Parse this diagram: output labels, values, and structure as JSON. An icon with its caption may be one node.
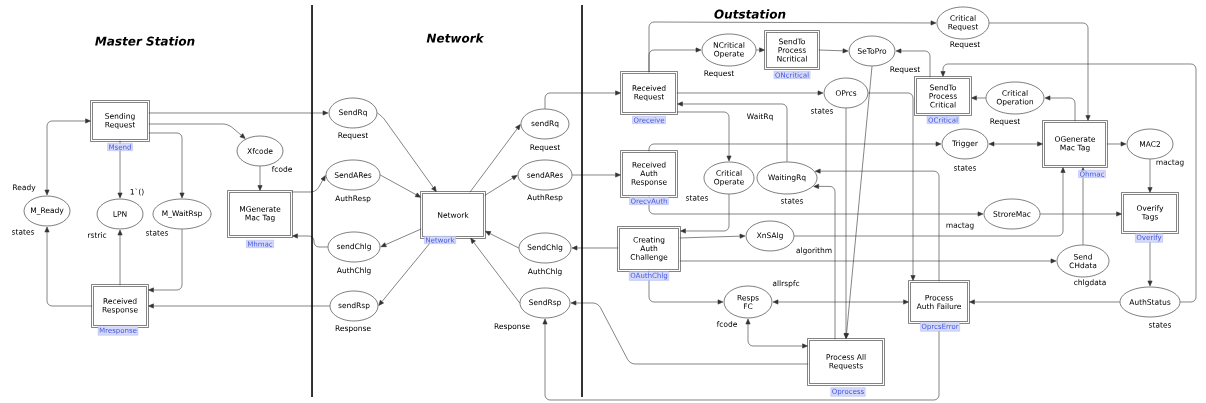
{
  "diagram": {
    "nodes": [
      {
        "text": [
          "Sending Request"
        ],
        "beside": [
          "Msend"
        ]
      },
      {
        "text": [
          "M_Ready"
        ],
        "beside": [
          "Ready",
          "states"
        ]
      },
      {
        "text": [
          "LPN"
        ],
        "beside": [
          "1`()",
          "rstric"
        ]
      },
      {
        "text": [
          "M_WaitRsp"
        ],
        "beside": [
          "states"
        ]
      },
      {
        "text": [
          "Xfcode"
        ],
        "beside": [
          "fcode"
        ]
      },
      {
        "text": [
          "MGenerate Mac Tag"
        ],
        "beside": [
          "Mhmac"
        ]
      },
      {
        "text": [
          "Received Response"
        ],
        "beside": [
          "Mresponse"
        ]
      },
      {
        "text": [
          "SendRq"
        ],
        "beside": [
          "Request"
        ]
      },
      {
        "text": [
          "SendARes"
        ],
        "beside": [
          "AuthResp"
        ]
      },
      {
        "text": [
          "sendChlg"
        ],
        "beside": [
          "AuthChlg"
        ]
      },
      {
        "text": [
          "sendRsp"
        ],
        "beside": [
          "Response"
        ]
      },
      {
        "text": [
          "Network"
        ],
        "beside": [
          "Network"
        ]
      },
      {
        "text": [
          "sendRq"
        ],
        "beside": [
          "Request"
        ]
      },
      {
        "text": [
          "sendARes"
        ],
        "beside": [
          "AuthResp"
        ]
      },
      {
        "text": [
          "SendChlg"
        ],
        "beside": [
          "AuthChlg"
        ]
      },
      {
        "text": [
          "SendRsp"
        ],
        "beside": [
          "Response"
        ]
      },
      {
        "text": [
          "Received Request"
        ],
        "beside": [
          "Oreceive"
        ]
      },
      {
        "text": [
          "NCritical Operate"
        ],
        "beside": [
          "Request"
        ]
      },
      {
        "text": [
          "SendTo Process Ncritical"
        ],
        "beside": [
          "ONcritical"
        ]
      },
      {
        "text": [
          "SeToPro"
        ],
        "beside": [
          "Request"
        ]
      },
      {
        "text": [
          "OPrcs"
        ],
        "beside": [
          "states"
        ]
      },
      {
        "text": [
          "Critical Request"
        ],
        "beside": [
          "Request"
        ]
      },
      {
        "text": [
          "SendTo Process Critical"
        ],
        "beside": [
          "OCritical"
        ]
      },
      {
        "text": [
          "Critical Operation"
        ],
        "beside": [
          "Request"
        ]
      },
      {
        "text": [
          "OGenerate Mac Tag"
        ],
        "beside": [
          "Ohmac"
        ]
      },
      {
        "text": [
          "MAC2"
        ],
        "beside": [
          "mactag"
        ]
      },
      {
        "text": [
          "Received Auth Response"
        ],
        "beside": [
          "OrecvAuth"
        ]
      },
      {
        "text": [
          "Critical Operate"
        ],
        "beside": [
          "states"
        ]
      },
      {
        "text": [
          "WaitingRq"
        ],
        "beside": [
          "states"
        ]
      },
      {
        "text": [
          "Trigger"
        ],
        "beside": [
          "states"
        ]
      },
      {
        "text": [
          "StroreMac"
        ],
        "beside": [
          "mactag"
        ]
      },
      {
        "text": [
          "Overify Tags"
        ],
        "beside": [
          "Overify"
        ]
      },
      {
        "text": [
          "Creating Auth Challenge"
        ],
        "beside": [
          "OAuthChlg"
        ]
      },
      {
        "text": [
          "XnSAlg"
        ],
        "beside": [
          "algorithm"
        ]
      },
      {
        "text": [
          "Send CHdata"
        ],
        "beside": [
          "chlgdata"
        ]
      },
      {
        "text": [
          "Resps FC"
        ],
        "beside": [
          "allrspfc",
          "fcode"
        ]
      },
      {
        "text": [
          "Process Auth Failure"
        ],
        "beside": [
          "OprcsError"
        ]
      },
      {
        "text": [
          "AuthStatus"
        ],
        "beside": [
          "states"
        ]
      },
      {
        "text": [
          "Process All Requests"
        ],
        "beside": [
          "Oprocess"
        ]
      }
    ],
    "edges": [
      {
        "from": 1,
        "to": 0,
        "arrow": "both"
      },
      {
        "from": 0,
        "to": 2,
        "arrow": "to"
      },
      {
        "from": 0,
        "to": 3,
        "arrow": "to"
      },
      {
        "from": 0,
        "to": 4,
        "arrow": "to"
      },
      {
        "from": 0,
        "to": 7,
        "arrow": "to"
      },
      {
        "from": 4,
        "to": 5,
        "arrow": "to"
      },
      {
        "from": 5,
        "to": 8,
        "arrow": "to"
      },
      {
        "from": 9,
        "to": 5,
        "arrow": "to"
      },
      {
        "from": 10,
        "to": 6,
        "arrow": "to"
      },
      {
        "from": 3,
        "to": 6,
        "arrow": "to"
      },
      {
        "from": 6,
        "to": 2,
        "arrow": "to"
      },
      {
        "from": 6,
        "to": 1,
        "arrow": "to"
      },
      {
        "from": 7,
        "to": 11,
        "arrow": "to"
      },
      {
        "from": 8,
        "to": 11,
        "arrow": "to"
      },
      {
        "from": 11,
        "to": 9,
        "arrow": "to"
      },
      {
        "from": 11,
        "to": 10,
        "arrow": "to"
      },
      {
        "from": 11,
        "to": 12,
        "arrow": "to"
      },
      {
        "from": 11,
        "to": 13,
        "arrow": "to"
      },
      {
        "from": 14,
        "to": 11,
        "arrow": "to"
      },
      {
        "from": 15,
        "to": 11,
        "arrow": "to"
      },
      {
        "from": 12,
        "to": 16,
        "arrow": "to"
      },
      {
        "from": 13,
        "to": 26,
        "arrow": "to"
      },
      {
        "from": 32,
        "to": 14,
        "arrow": "to"
      },
      {
        "from": 38,
        "to": 15,
        "arrow": "to"
      },
      {
        "from": 36,
        "to": 15,
        "arrow": "to"
      },
      {
        "from": 16,
        "to": 17,
        "arrow": "to"
      },
      {
        "from": 17,
        "to": 18,
        "arrow": "to"
      },
      {
        "from": 18,
        "to": 19,
        "arrow": "to"
      },
      {
        "from": 16,
        "to": 21,
        "arrow": "to"
      },
      {
        "from": 16,
        "to": 20,
        "arrow": "to"
      },
      {
        "from": 16,
        "to": 27,
        "arrow": "to"
      },
      {
        "from": 28,
        "to": 16,
        "arrow": "to",
        "label": "WaitRq"
      },
      {
        "from": 21,
        "to": 24,
        "arrow": "to"
      },
      {
        "from": 24,
        "to": 23,
        "arrow": "to"
      },
      {
        "from": 23,
        "to": 22,
        "arrow": "to"
      },
      {
        "from": 22,
        "to": 19,
        "arrow": "to"
      },
      {
        "from": 37,
        "to": 22,
        "arrow": "to"
      },
      {
        "from": 29,
        "to": 24,
        "arrow": "both"
      },
      {
        "from": 26,
        "to": 29,
        "arrow": "to"
      },
      {
        "from": 24,
        "to": 25,
        "arrow": "to"
      },
      {
        "from": 25,
        "to": 31,
        "arrow": "to"
      },
      {
        "from": 31,
        "to": 37,
        "arrow": "to"
      },
      {
        "from": 37,
        "to": 36,
        "arrow": "to"
      },
      {
        "from": 30,
        "to": 31,
        "arrow": "to"
      },
      {
        "from": 26,
        "to": 30,
        "arrow": "to"
      },
      {
        "from": 34,
        "to": 24,
        "arrow": "to"
      },
      {
        "from": 33,
        "to": 24,
        "arrow": "to"
      },
      {
        "from": 32,
        "to": 34,
        "arrow": "to"
      },
      {
        "from": 27,
        "to": 32,
        "arrow": "to"
      },
      {
        "from": 32,
        "to": 33,
        "arrow": "to"
      },
      {
        "from": 32,
        "to": 35,
        "arrow": "to"
      },
      {
        "from": 35,
        "to": 36,
        "arrow": "both"
      },
      {
        "from": 35,
        "to": 38,
        "arrow": "both"
      },
      {
        "from": 20,
        "to": 38,
        "arrow": "to"
      },
      {
        "from": 19,
        "to": 38,
        "arrow": "to"
      },
      {
        "from": 38,
        "to": 28,
        "arrow": "to"
      },
      {
        "from": 20,
        "to": 36,
        "arrow": "to"
      },
      {
        "from": 36,
        "to": 28,
        "arrow": "to"
      }
    ],
    "labels": [
      "Master Station",
      "Network",
      "Outstation"
    ]
  }
}
